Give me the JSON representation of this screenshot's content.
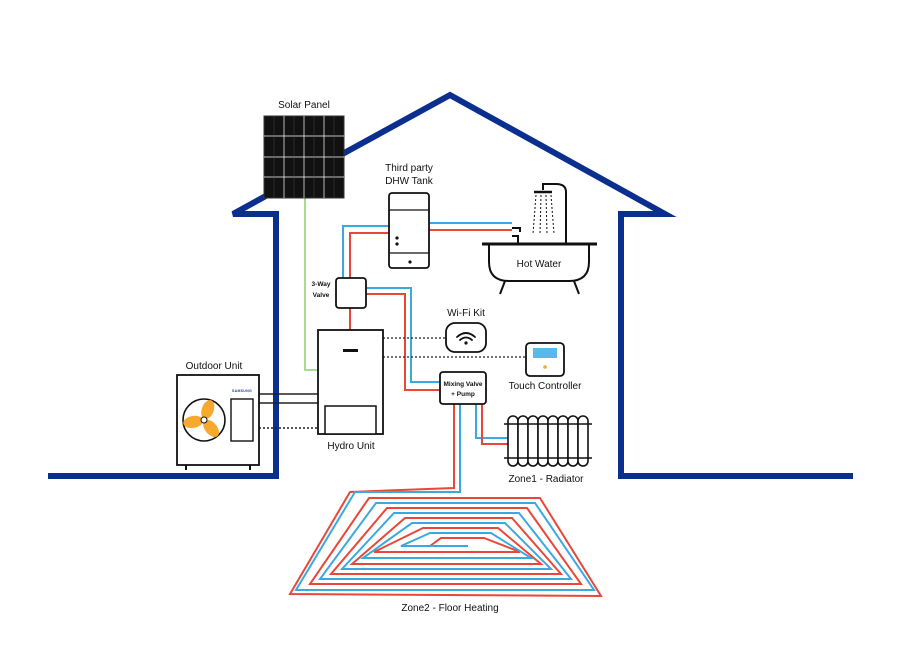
{
  "labels": {
    "solar_panel": "Solar Panel",
    "dhw_tank_line1": "Third party",
    "dhw_tank_line2": "DHW Tank",
    "hot_water": "Hot Water",
    "three_way_valve_line1": "3-Way",
    "three_way_valve_line2": "Valve",
    "wifi_kit": "Wi-Fi Kit",
    "touch_controller": "Touch Controller",
    "mixing_valve_line1": "Mixing Valve",
    "mixing_valve_line2": "+ Pump",
    "outdoor_unit": "Outdoor Unit",
    "hydro_unit": "Hydro Unit",
    "zone1": "Zone1 - Radiator",
    "zone2": "Zone2 - Floor Heating",
    "outdoor_brand": "SAMSUNG"
  },
  "colors": {
    "house_outline": "#0b2f8f",
    "hot_pipe": "#e8473a",
    "cold_pipe": "#3ba9e0",
    "solar_wire": "#8cd168",
    "panel_fill": "#111111",
    "fan_blade": "#f6a92c"
  }
}
